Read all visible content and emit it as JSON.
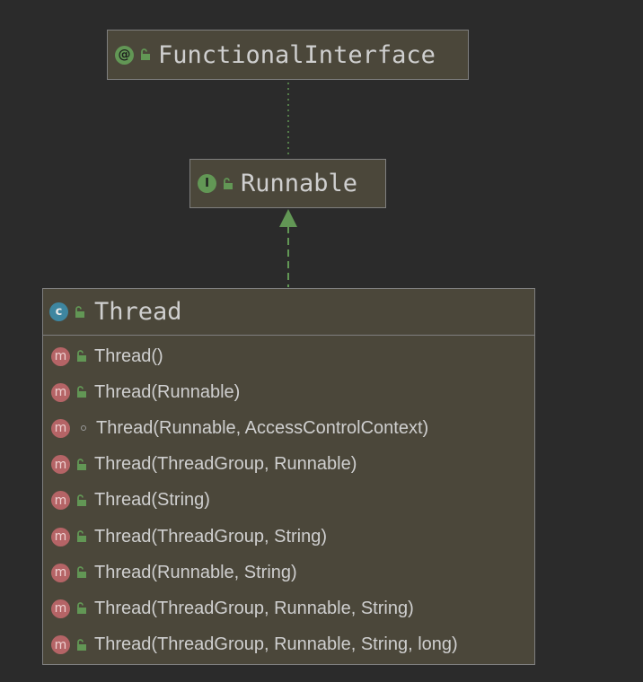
{
  "colors": {
    "background": "#2b2b2b",
    "node_fill": "#4b473a",
    "node_border": "#7f7f7f",
    "text": "#cfcfcf",
    "annotation_badge": "#629755",
    "interface_badge": "#629755",
    "class_badge": "#3e86a0",
    "method_badge": "#b56466",
    "edge": "#629755"
  },
  "nodes": {
    "functional_interface": {
      "name": "FunctionalInterface",
      "badge": "@",
      "badge_icon": "annotation-icon",
      "visibility_icon": "public-lock-icon"
    },
    "runnable": {
      "name": "Runnable",
      "badge": "I",
      "badge_icon": "interface-icon",
      "visibility_icon": "public-lock-icon"
    },
    "thread": {
      "name": "Thread",
      "badge": "c",
      "badge_icon": "class-icon",
      "visibility_icon": "public-lock-icon",
      "members": [
        {
          "badge": "m",
          "visibility": "public",
          "label": "Thread()"
        },
        {
          "badge": "m",
          "visibility": "public",
          "label": "Thread(Runnable)"
        },
        {
          "badge": "m",
          "visibility": "package-private",
          "label": "Thread(Runnable, AccessControlContext)"
        },
        {
          "badge": "m",
          "visibility": "public",
          "label": "Thread(ThreadGroup, Runnable)"
        },
        {
          "badge": "m",
          "visibility": "public",
          "label": "Thread(String)"
        },
        {
          "badge": "m",
          "visibility": "public",
          "label": "Thread(ThreadGroup, String)"
        },
        {
          "badge": "m",
          "visibility": "public",
          "label": "Thread(Runnable, String)"
        },
        {
          "badge": "m",
          "visibility": "public",
          "label": "Thread(ThreadGroup, Runnable, String)"
        },
        {
          "badge": "m",
          "visibility": "public",
          "label": "Thread(ThreadGroup, Runnable, String, long)"
        }
      ]
    }
  },
  "edges": [
    {
      "from": "runnable",
      "to": "functional_interface",
      "kind": "annotated-with",
      "style": "dotted"
    },
    {
      "from": "thread",
      "to": "runnable",
      "kind": "implements",
      "style": "dashed-arrow"
    }
  ]
}
